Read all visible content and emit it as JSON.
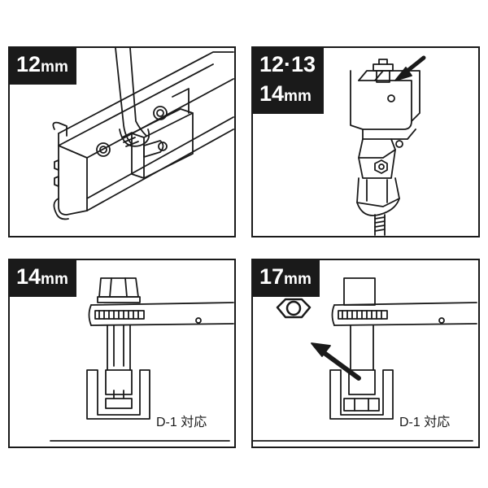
{
  "panels": [
    {
      "label_lines": [
        {
          "num": "12",
          "unit": "mm"
        }
      ]
    },
    {
      "label_lines": [
        {
          "num": "12·13",
          "unit": ""
        },
        {
          "num": "14",
          "unit": "mm"
        }
      ]
    },
    {
      "label_lines": [
        {
          "num": "14",
          "unit": "mm"
        }
      ],
      "note": "D-1 対応"
    },
    {
      "label_lines": [
        {
          "num": "17",
          "unit": "mm"
        }
      ],
      "note": "D-1 対応"
    }
  ],
  "colors": {
    "ink": "#1a1a1a",
    "paper": "#ffffff"
  }
}
